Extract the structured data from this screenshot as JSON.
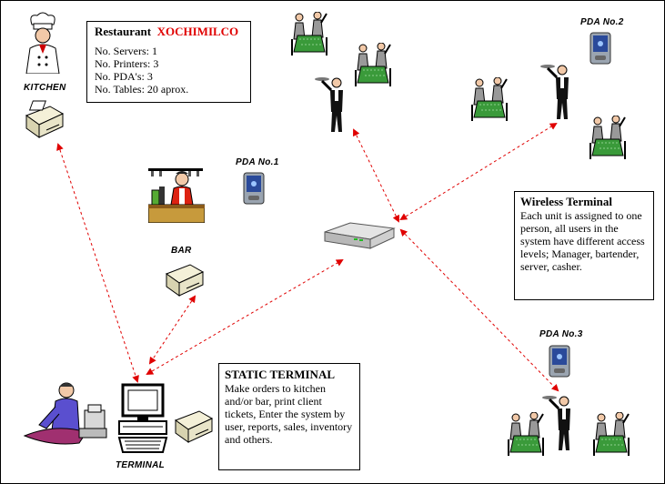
{
  "restaurant_box": {
    "title_prefix": "Restaurant",
    "restaurant_name": "XOCHIMILCO",
    "lines": [
      "No. Servers: 1",
      "No. Printers: 3",
      "No. PDA's: 3",
      "No. Tables:  20 aprox."
    ]
  },
  "captions": {
    "kitchen": "KITCHEN",
    "bar": "BAR",
    "terminal": "TERMINAL",
    "pda1": "PDA No.1",
    "pda2": "PDA No.2",
    "pda3": "PDA No.3"
  },
  "wireless_box": {
    "title": "Wireless Terminal",
    "body": "Each unit is assigned to one person, all users in the system have different access levels; Manager, bartender, server, casher."
  },
  "static_box": {
    "title": "STATIC TERMINAL",
    "body": "Make orders to kitchen and/or bar, print client tickets, Enter the system by user, reports, sales, inventory and others."
  },
  "colors": {
    "link_line": "#e00000",
    "table_cloth": "#3a9a3a",
    "pda_body": "#9aa4b0",
    "pda_screen": "#2a4a9a",
    "printer": "#e8e4c8"
  },
  "icons": [
    "chef-icon",
    "printer-icon",
    "bartender-icon",
    "pda-icon",
    "waiter-icon",
    "dining-table-icon",
    "router-icon",
    "cashier-icon",
    "computer-icon"
  ]
}
